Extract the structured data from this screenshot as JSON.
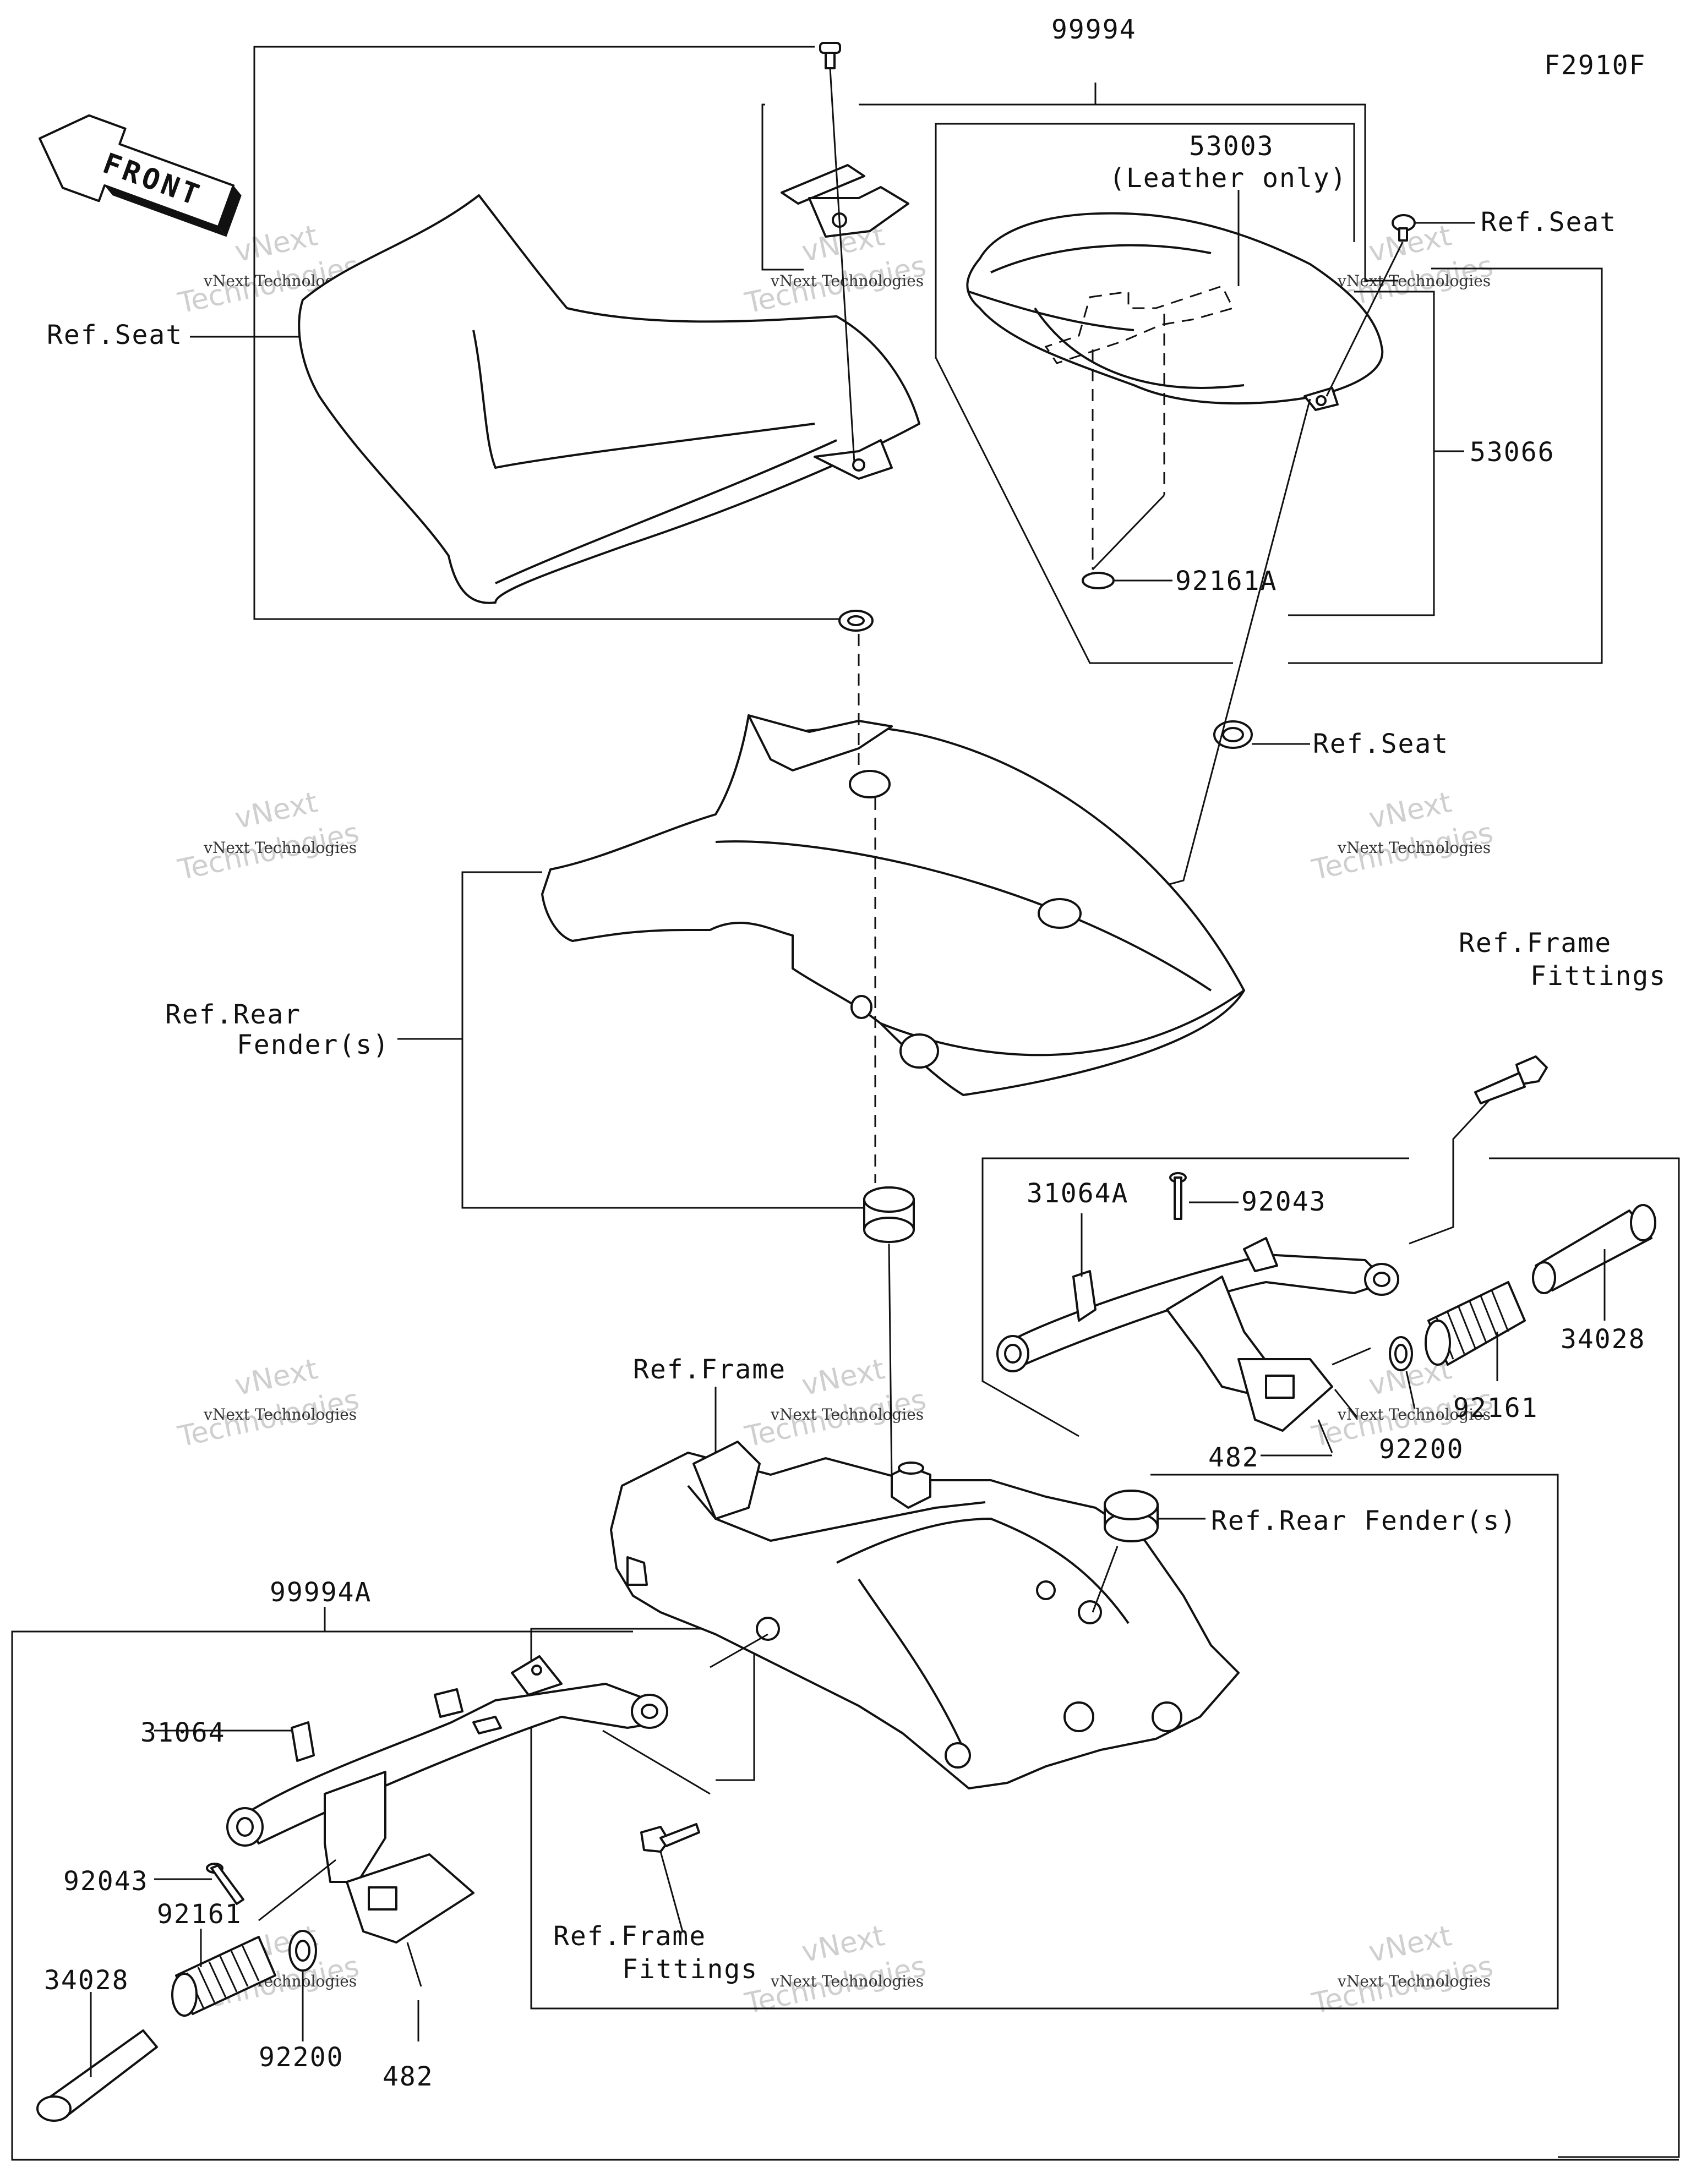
{
  "figure_code": "F2910F",
  "front_arrow_text": "FRONT",
  "watermark": {
    "line1": "vNext",
    "line2": "Technologies",
    "small": "vNext Technologies"
  },
  "labels": {
    "kit_top": "99994",
    "seat_cover": "53003",
    "seat_cover_note": "(Leather only)",
    "ref_seat_left": "Ref.Seat",
    "ref_seat_right": "Ref.Seat",
    "ref_seat_mid": "Ref.Seat",
    "seat_assy": "53066",
    "damper_a": "92161A",
    "ref_rear_fender_1": "Ref.Rear",
    "ref_rear_fender_2": "Fender(s)",
    "ref_frame_fittings_r1": "Ref.Frame",
    "ref_frame_fittings_r2": "Fittings",
    "step_bracket_a": "31064A",
    "pin_r": "92043",
    "grip_r": "34028",
    "damper_r": "92161",
    "washer_r": "92200",
    "cotter_r": "482",
    "ref_frame": "Ref.Frame",
    "ref_rear_fender_full": "Ref.Rear Fender(s)",
    "kit_bottom": "99994A",
    "step_bracket": "31064",
    "pin_l": "92043",
    "damper_l": "92161",
    "grip_l": "34028",
    "washer_l": "92200",
    "cotter_l": "482",
    "ref_frame_fittings_l1": "Ref.Frame",
    "ref_frame_fittings_l2": "Fittings"
  }
}
